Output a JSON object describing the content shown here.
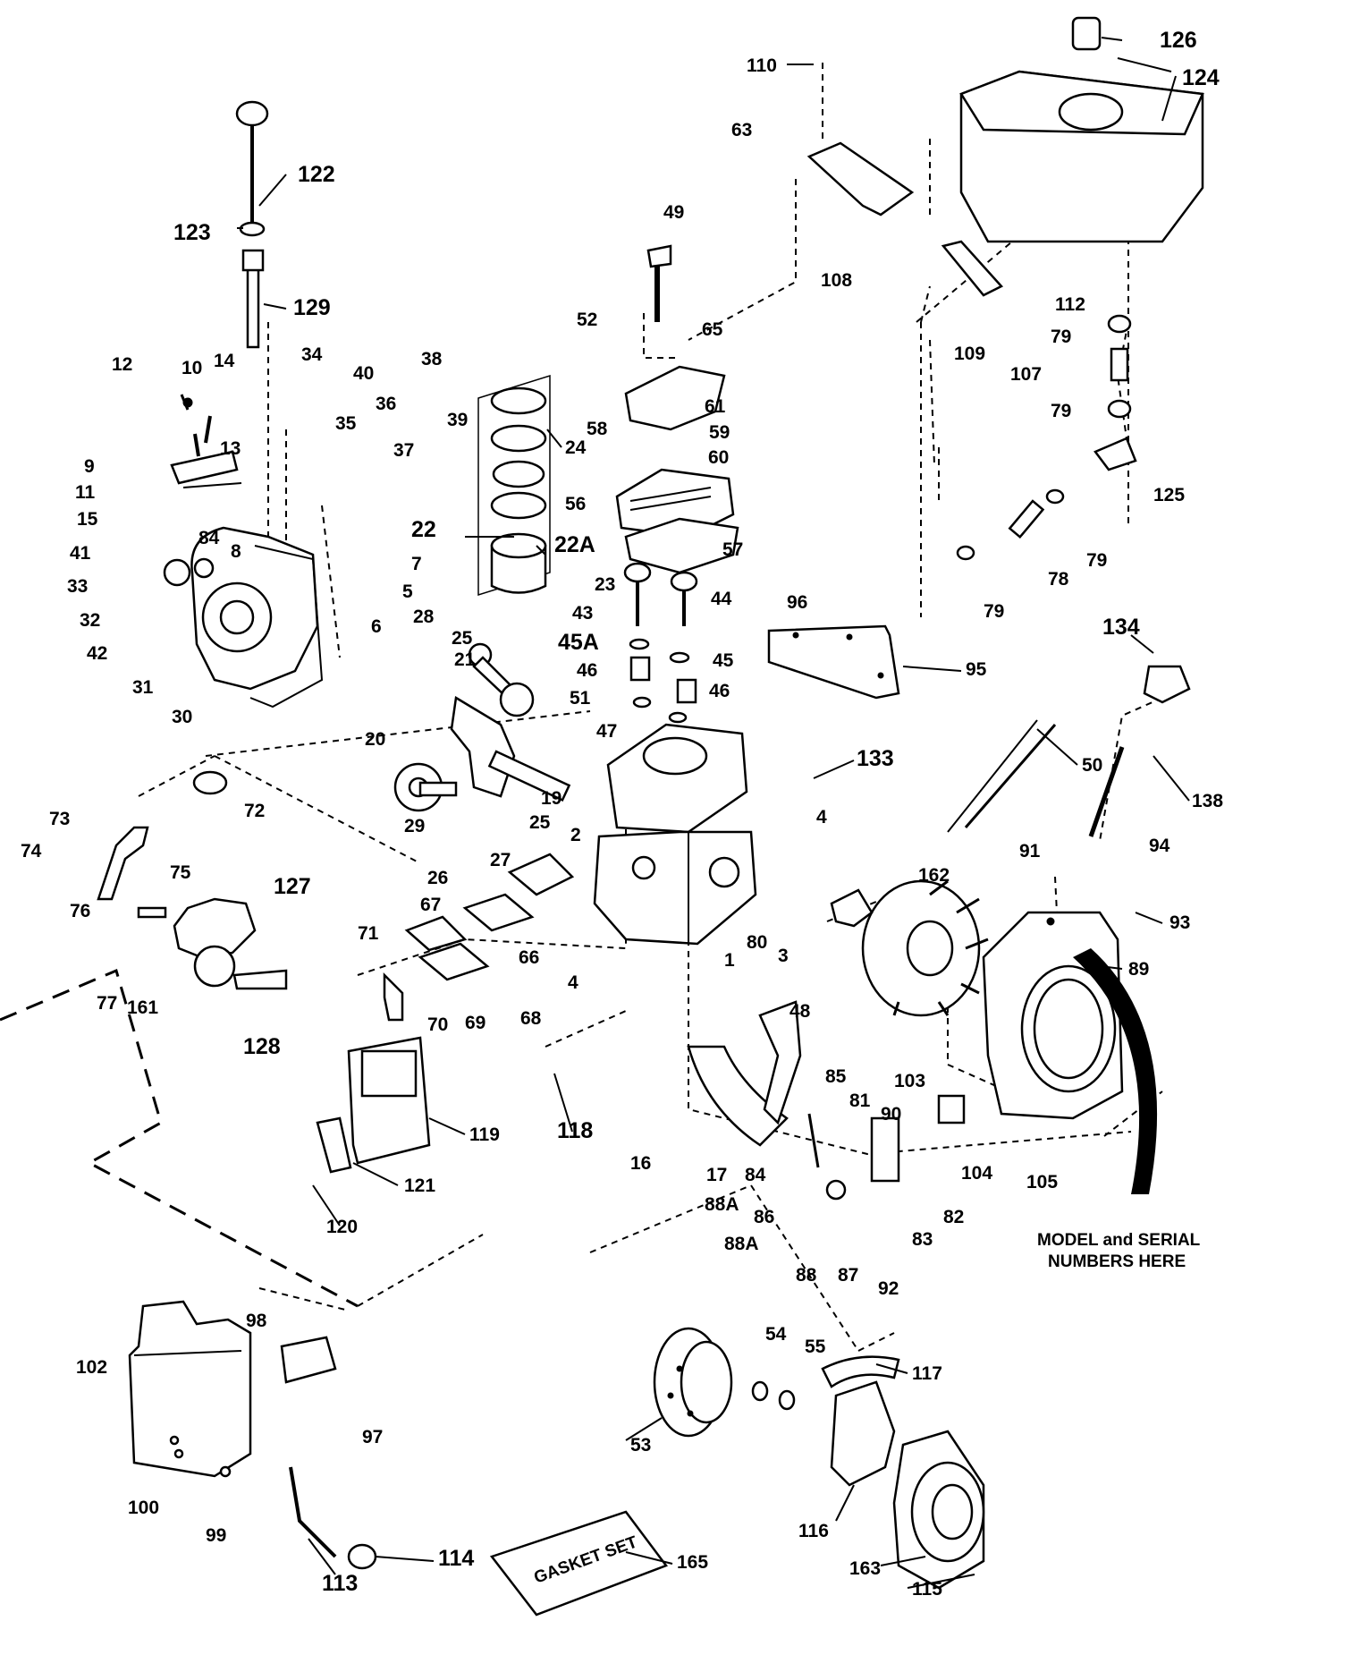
{
  "labels": {
    "l1": "1",
    "l2": "2",
    "l3": "3",
    "l4a": "4",
    "l4b": "4",
    "l5": "5",
    "l6": "6",
    "l7": "7",
    "l8": "8",
    "l9": "9",
    "l10": "10",
    "l11": "11",
    "l12": "12",
    "l13": "13",
    "l14": "14",
    "l15": "15",
    "l16": "16",
    "l17": "17",
    "l19": "19",
    "l20": "20",
    "l21": "21",
    "l22": "22",
    "l22a": "22A",
    "l23": "23",
    "l24": "24",
    "l25a": "25",
    "l25b": "25",
    "l26": "26",
    "l27": "27",
    "l28": "28",
    "l29": "29",
    "l30": "30",
    "l31": "31",
    "l32": "32",
    "l33": "33",
    "l34": "34",
    "l35": "35",
    "l36": "36",
    "l37": "37",
    "l38": "38",
    "l39": "39",
    "l40": "40",
    "l41": "41",
    "l42": "42",
    "l43": "43",
    "l44": "44",
    "l45": "45",
    "l45a": "45A",
    "l46a": "46",
    "l46b": "46",
    "l47": "47",
    "l48": "48",
    "l49": "49",
    "l50": "50",
    "l51": "51",
    "l52": "52",
    "l53": "53",
    "l54": "54",
    "l55": "55",
    "l56": "56",
    "l57": "57",
    "l58": "58",
    "l59": "59",
    "l60": "60",
    "l61": "61",
    "l63": "63",
    "l65": "65",
    "l66": "66",
    "l67": "67",
    "l68": "68",
    "l69": "69",
    "l70": "70",
    "l71": "71",
    "l72": "72",
    "l73": "73",
    "l74": "74",
    "l75": "75",
    "l76": "76",
    "l77": "77",
    "l78": "78",
    "l79a": "79",
    "l79b": "79",
    "l79c": "79",
    "l79d": "79",
    "l80": "80",
    "l81": "81",
    "l82": "82",
    "l83": "83",
    "l84a": "84",
    "l84b": "84",
    "l85": "85",
    "l86": "86",
    "l87": "87",
    "l88": "88",
    "l88aa": "88A",
    "l88ab": "88A",
    "l89": "89",
    "l90": "90",
    "l91": "91",
    "l92": "92",
    "l93": "93",
    "l94": "94",
    "l95": "95",
    "l96": "96",
    "l97": "97",
    "l98": "98",
    "l99": "99",
    "l100": "100",
    "l102": "102",
    "l103": "103",
    "l104": "104",
    "l105": "105",
    "l107": "107",
    "l108": "108",
    "l109": "109",
    "l110": "110",
    "l112": "112",
    "l113": "113",
    "l114": "114",
    "l115": "115",
    "l116": "116",
    "l117": "117",
    "l118": "118",
    "l119": "119",
    "l120": "120",
    "l121": "121",
    "l122": "122",
    "l123": "123",
    "l124": "124",
    "l125": "125",
    "l126": "126",
    "l127": "127",
    "l128": "128",
    "l129": "129",
    "l133": "133",
    "l134": "134",
    "l138": "138",
    "l161": "161",
    "l162": "162",
    "l163": "163",
    "l165": "165"
  },
  "notes": {
    "model_serial_line1": "MODEL and SERIAL",
    "model_serial_line2": "NUMBERS HERE",
    "gasket_set_text": "GASKET SET"
  }
}
